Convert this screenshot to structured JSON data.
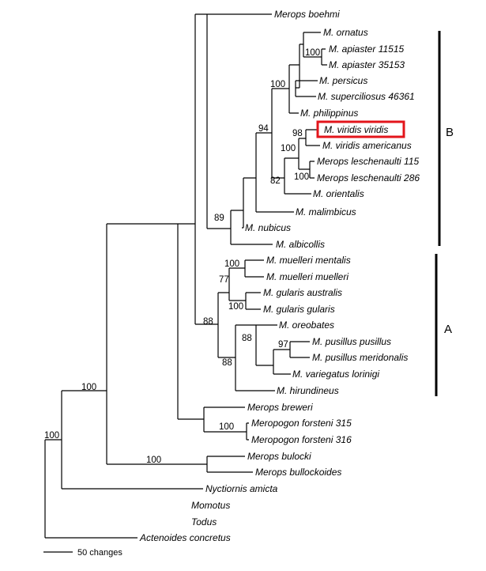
{
  "taxa": {
    "merops_boehmi": "Merops boehmi",
    "m_ornatus": "M. ornatus",
    "m_apiaster_11515": "M. apiaster 11515",
    "m_apiaster_35153": "M. apiaster 35153",
    "m_persicus": "M. persicus",
    "m_superciliosus": "M. superciliosus 46361",
    "m_philippinus": "M. philippinus",
    "m_viridis_viridis": "M. viridis viridis",
    "m_viridis_americanus": "M. viridis americanus",
    "merops_leschenaulti_115": "Merops leschenaulti 115",
    "merops_leschenaulti_286": "Merops leschenaulti 286",
    "m_orientalis": "M. orientalis",
    "m_malimbicus": "M. malimbicus",
    "m_nubicus": "M. nubicus",
    "m_albicollis": "M. albicollis",
    "m_muelleri_mentalis": "M. muelleri mentalis",
    "m_muelleri_muelleri": "M. muelleri muelleri",
    "m_gularis_australis": "M. gularis australis",
    "m_gularis_gularis": "M. gularis gularis",
    "m_oreobates": "M. oreobates",
    "m_pusillus_pusillus": "M. pusillus pusillus",
    "m_pusillus_meridonalis": "M. pusillus meridonalis",
    "m_variegatus_lorinigi": "M. variegatus lorinigi",
    "m_hirundineus": "M. hirundineus",
    "merops_breweri": "Merops breweri",
    "meropogon_forsteni_315": "Meropogon forsteni 315",
    "meropogon_forsteni_316": "Meropogon forsteni 316",
    "merops_bulocki": "Merops bulocki",
    "merops_bullockoides": "Merops bullockoides",
    "nyctiornis_amicta": "Nyctiornis amicta",
    "momotus": "Momotus",
    "todus": "Todus",
    "actenoides_concretus": "Actenoides concretus"
  },
  "support": {
    "apiaster": "100",
    "persicus_group": "100",
    "b_core": "94",
    "viridis": "98",
    "viridis_leschenaulti": "100",
    "leschenaulti": "100",
    "b_inner": "82",
    "b_clade": "89",
    "muelleri": "100",
    "muelleri_gularis": "77",
    "gularis": "100",
    "pusillus": "97",
    "oreobates_group": "88",
    "a_inner": "88",
    "a_clade": "88",
    "meropidae": "100",
    "forsteni": "100",
    "bulocki": "100",
    "root": "100"
  },
  "clades": {
    "b": "B",
    "a": "A"
  },
  "scale": {
    "label": "50 changes"
  },
  "highlight_color": "#e3151b"
}
